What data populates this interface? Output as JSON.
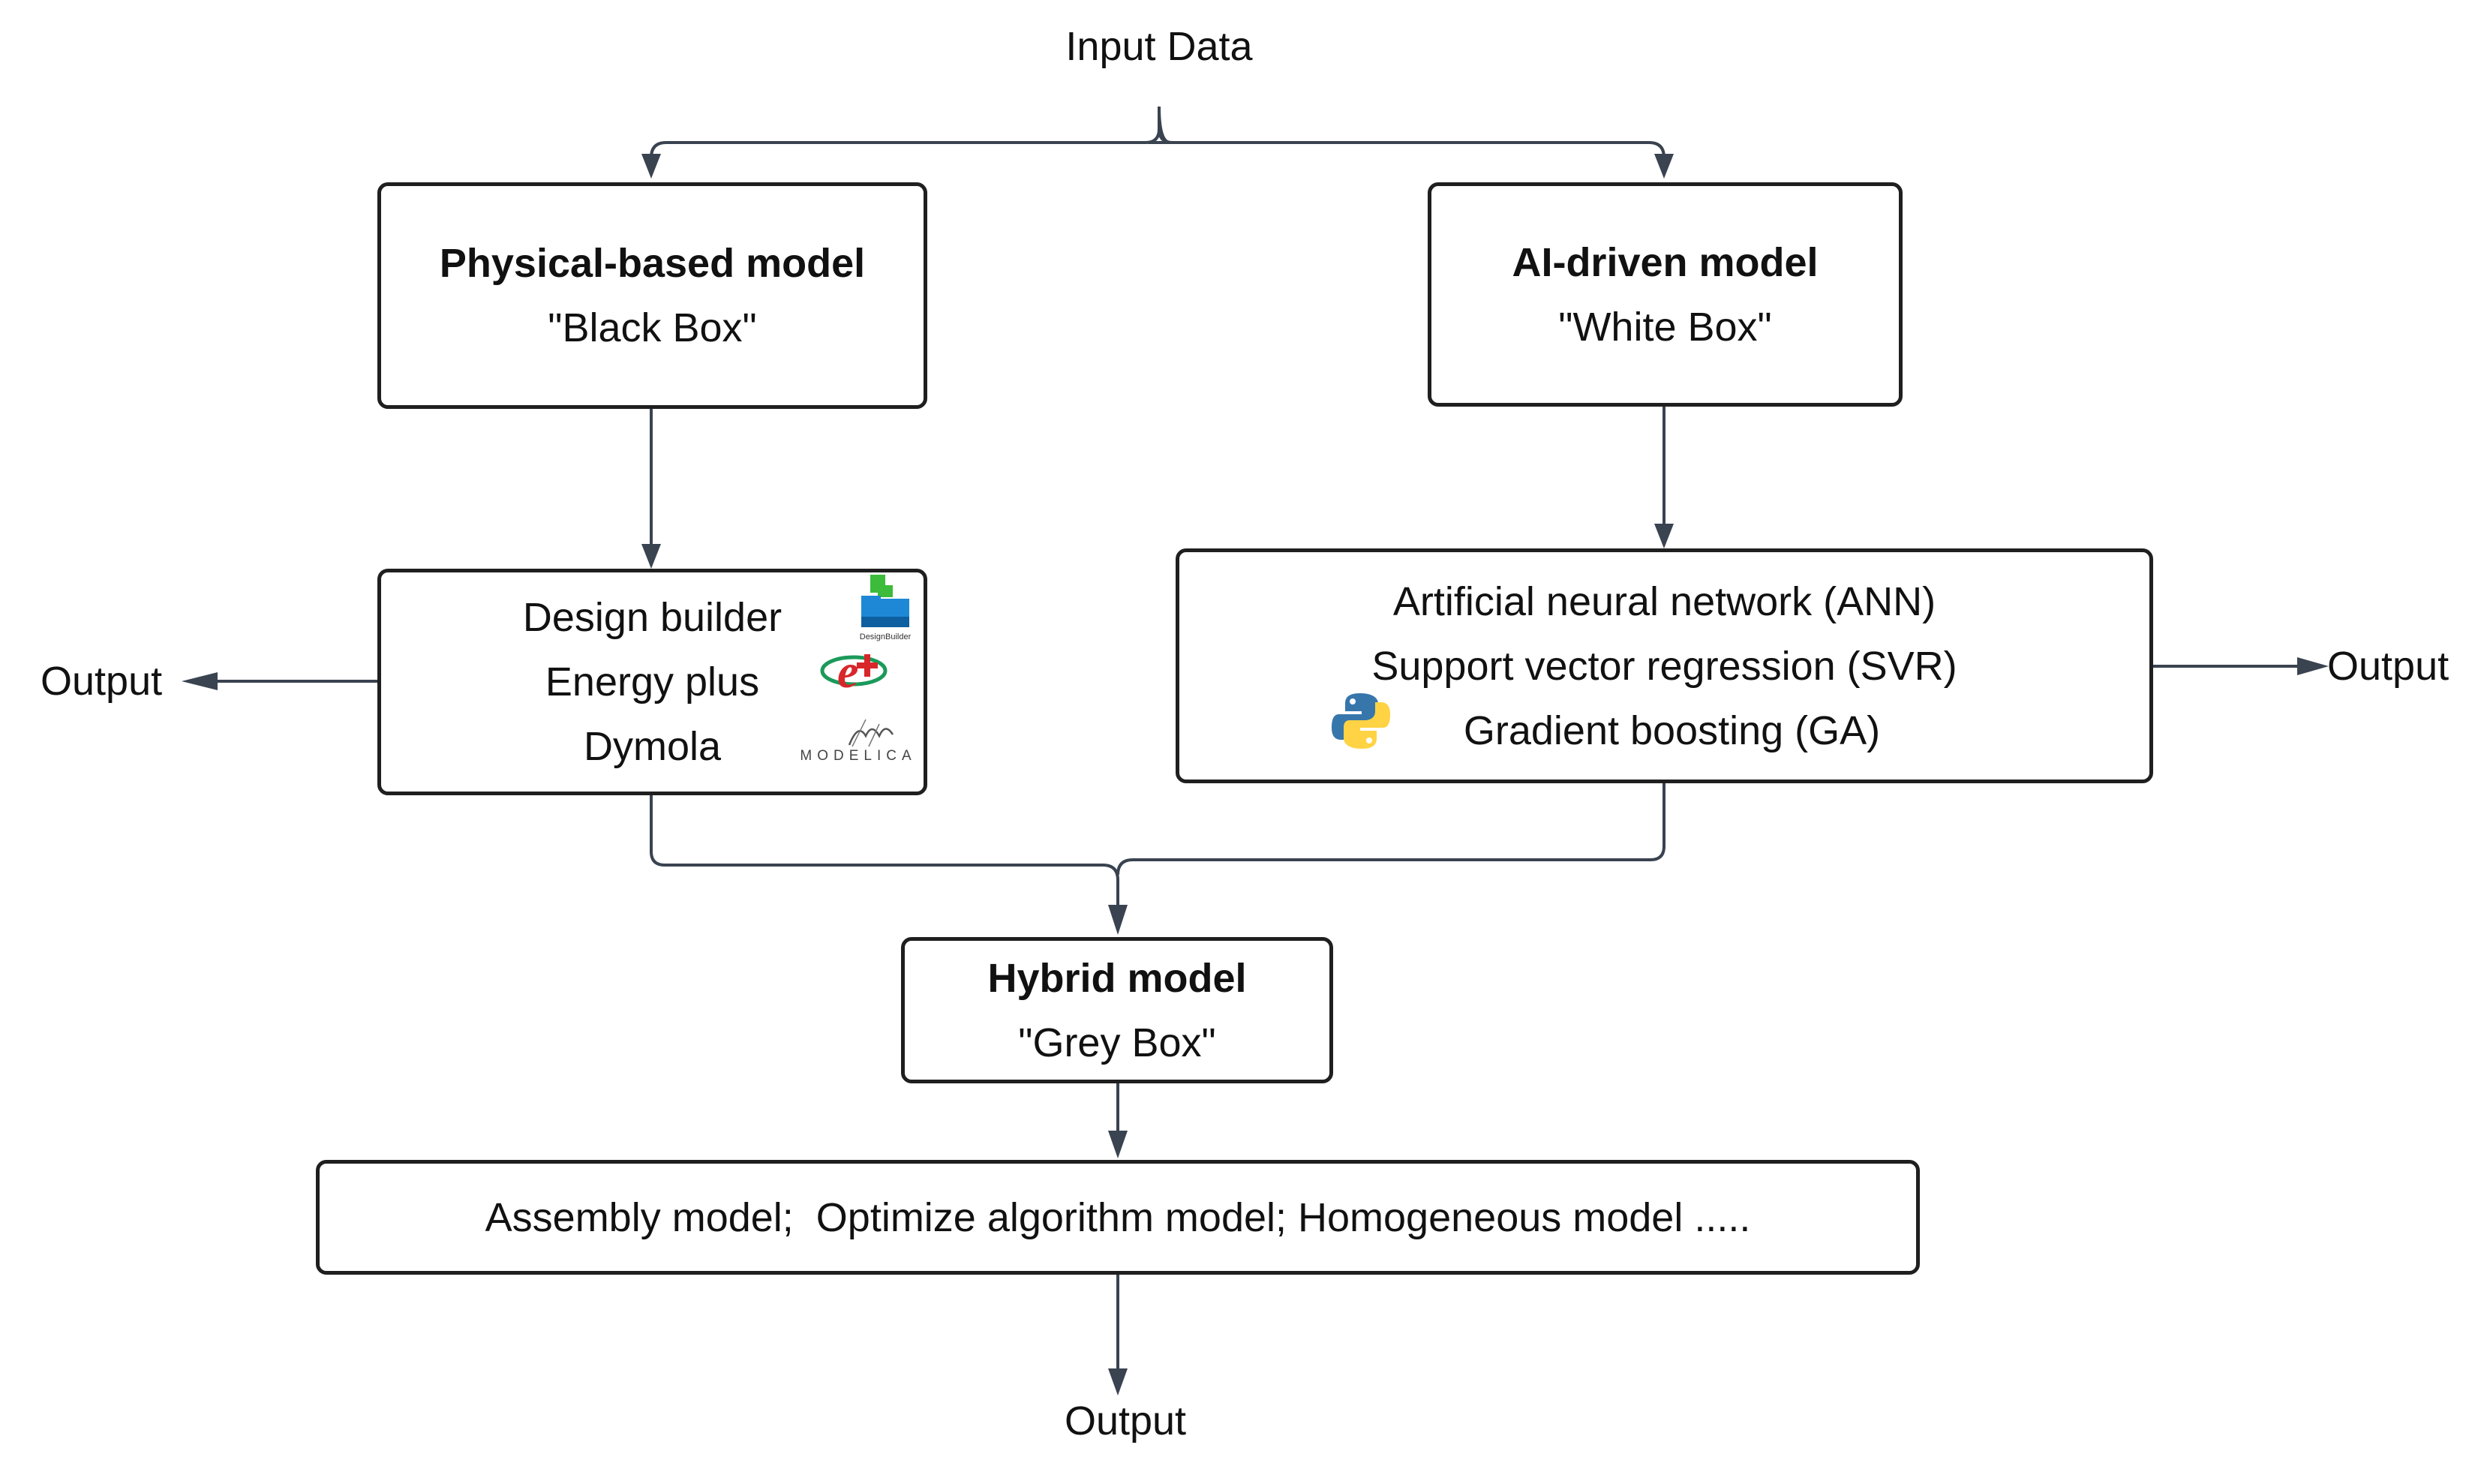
{
  "input_label": "Input Data",
  "physical_box": {
    "title": "Physical-based model",
    "subtitle": "\"Black Box\""
  },
  "ai_box": {
    "title": "AI-driven model",
    "subtitle": "\"White Box\""
  },
  "physical_tools": [
    "Design builder",
    "Energy plus",
    "Dymola"
  ],
  "physical_logos": {
    "designbuilder_caption": "DesignBuilder",
    "modelica_wordmark": "MODELICA"
  },
  "ai_methods": [
    "Artificial neural network (ANN)",
    "Support vector regression (SVR)",
    "Gradient boosting (GA)"
  ],
  "hybrid_box": {
    "title": "Hybrid model",
    "subtitle": "\"Grey Box\""
  },
  "hybrid_types": "Assembly model;  Optimize algorithm model; Homogeneous model .....",
  "outputs": {
    "left": "Output",
    "right": "Output",
    "bottom": "Output"
  },
  "colors": {
    "line": "#3a4350",
    "border": "#1f1f1f",
    "text": "#111111",
    "designbuilder_blue": "#1e88d6",
    "designbuilder_green": "#3dbb3a",
    "energyplus_red": "#d8262a",
    "energyplus_green": "#1b9a5a",
    "python_blue": "#3776ab",
    "python_yellow": "#ffd343"
  },
  "icons": [
    "designbuilder-logo-icon",
    "energyplus-logo-icon",
    "modelica-logo-icon",
    "python-logo-icon"
  ]
}
